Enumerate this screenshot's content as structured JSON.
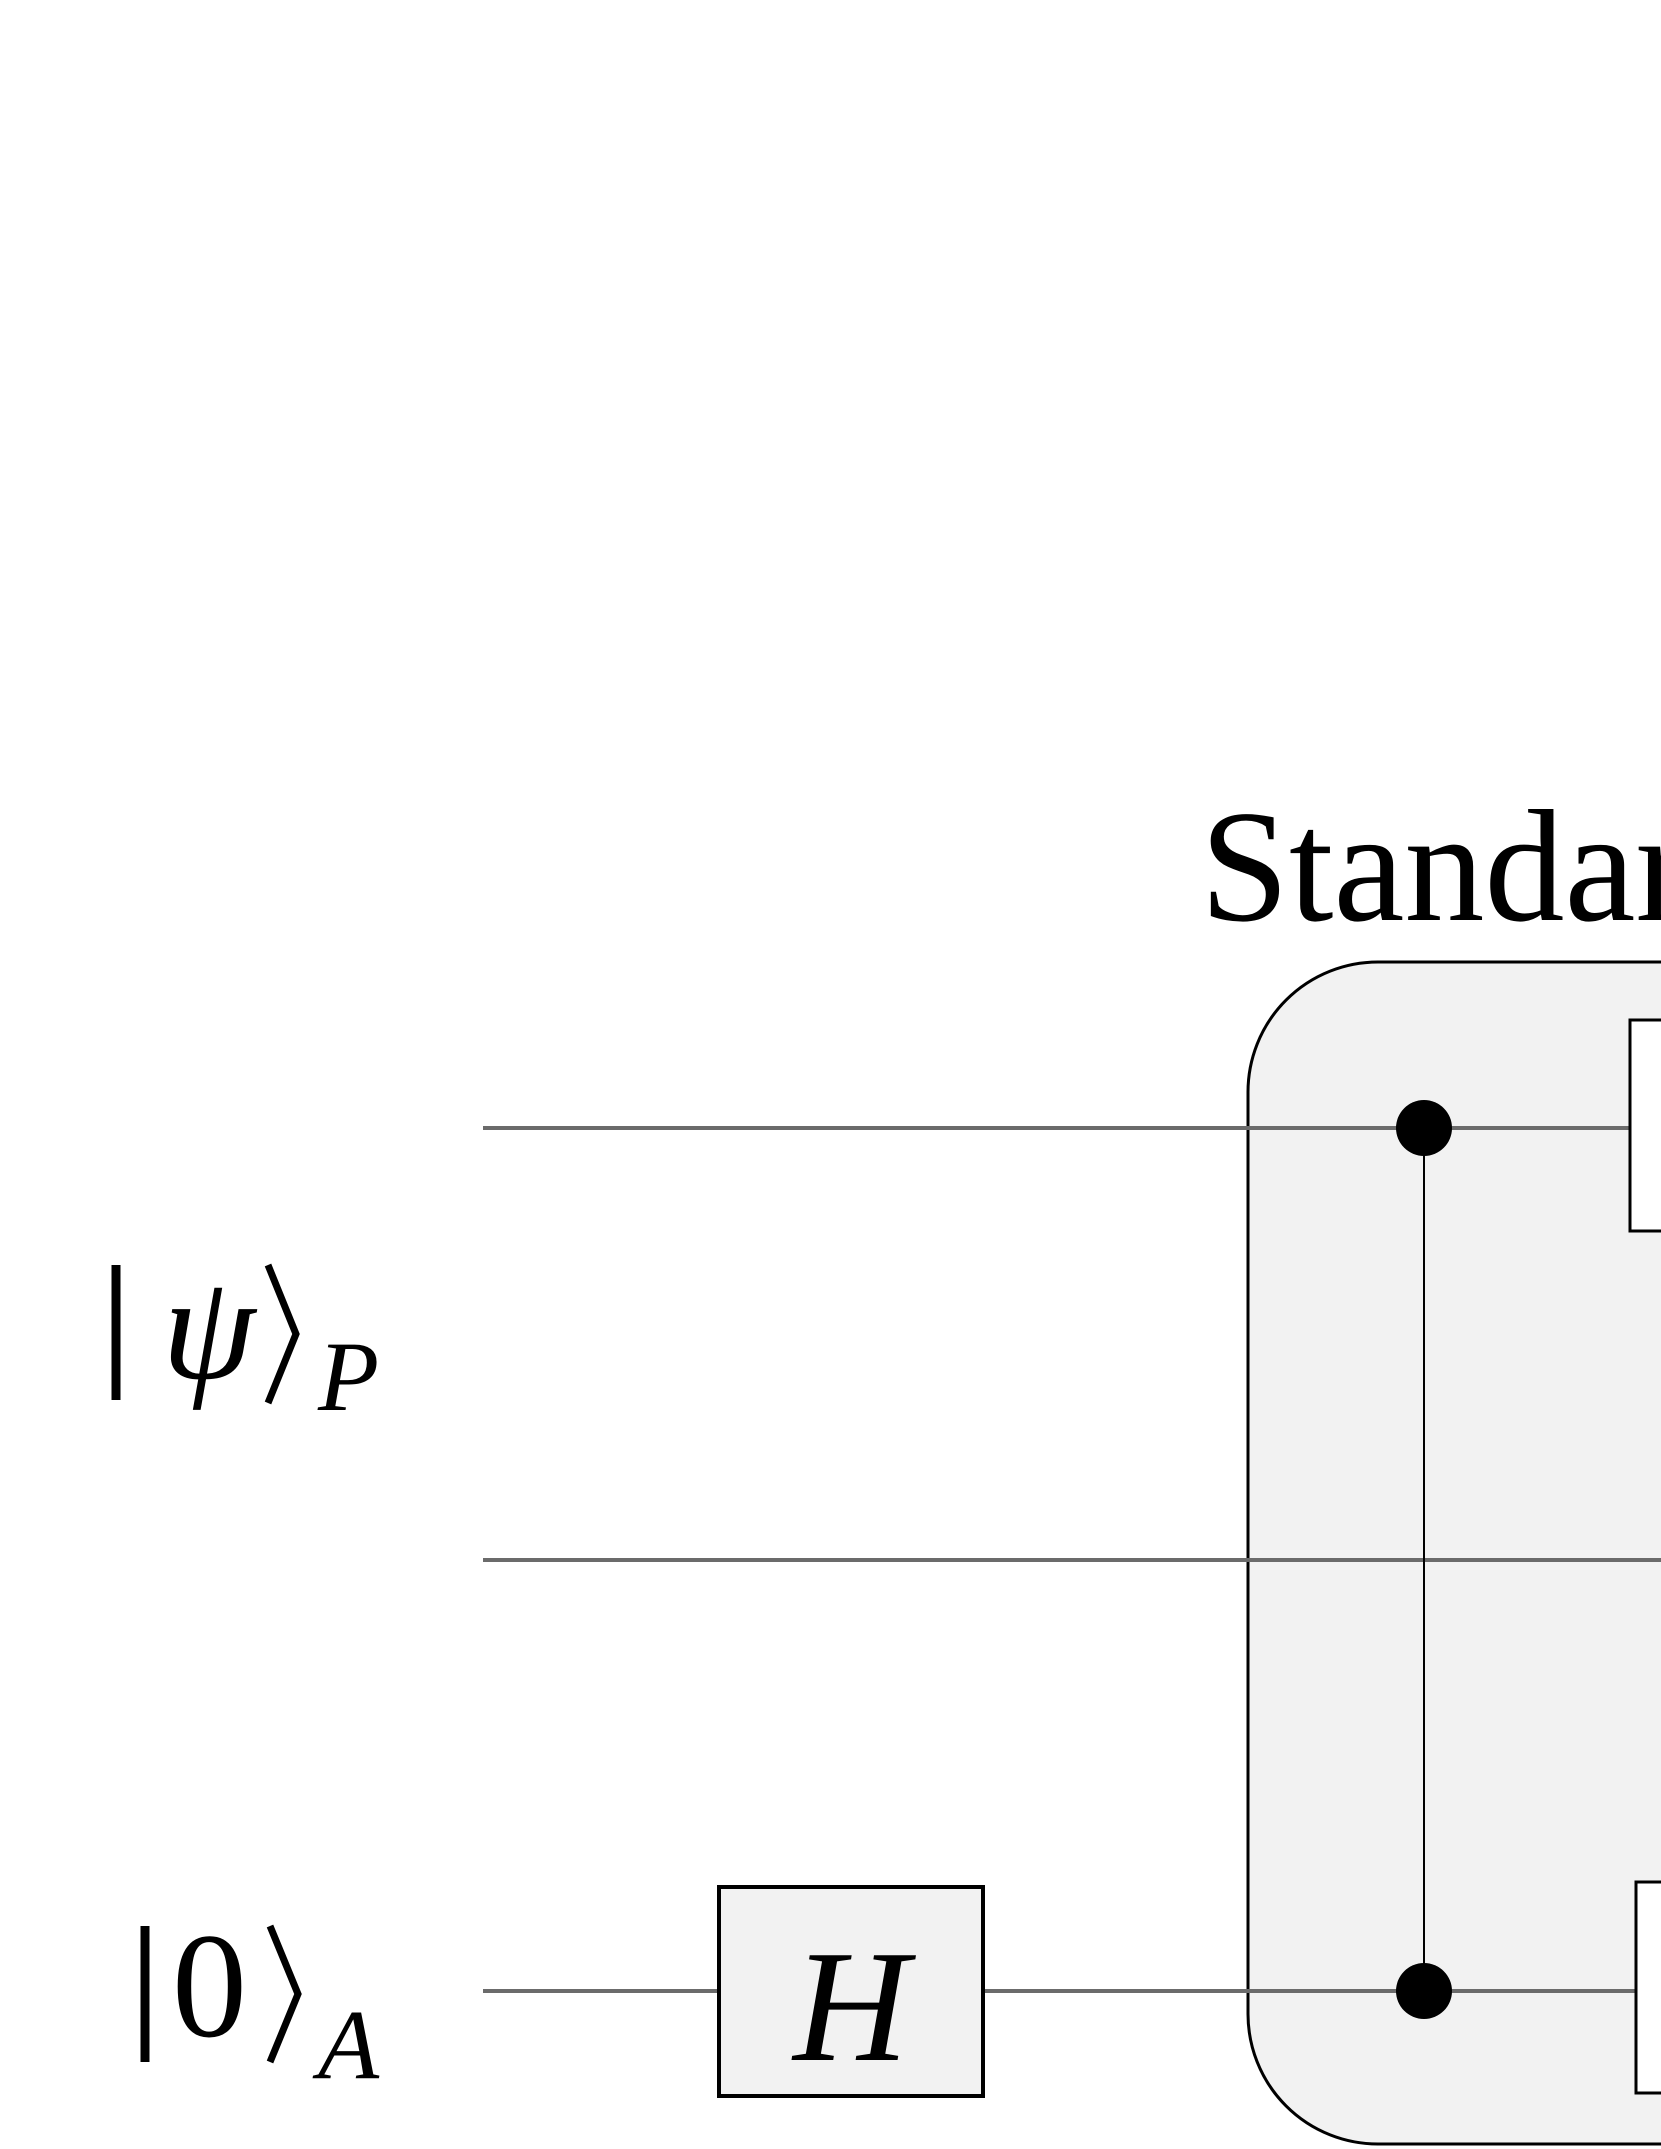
{
  "diagram": {
    "block_title": "Standard",
    "inputs": {
      "psi": {
        "ket_symbol": "ψ",
        "subscript": "P"
      },
      "zero": {
        "ket_symbol": "0",
        "subscript": "A"
      }
    },
    "gates": {
      "hadamard": "H"
    },
    "colors": {
      "wire": "#6b6b6b",
      "block_fill": "#f2f2f2",
      "gate_fill": "#f2f2f2",
      "stroke": "#000000",
      "background": "#ffffff"
    }
  }
}
